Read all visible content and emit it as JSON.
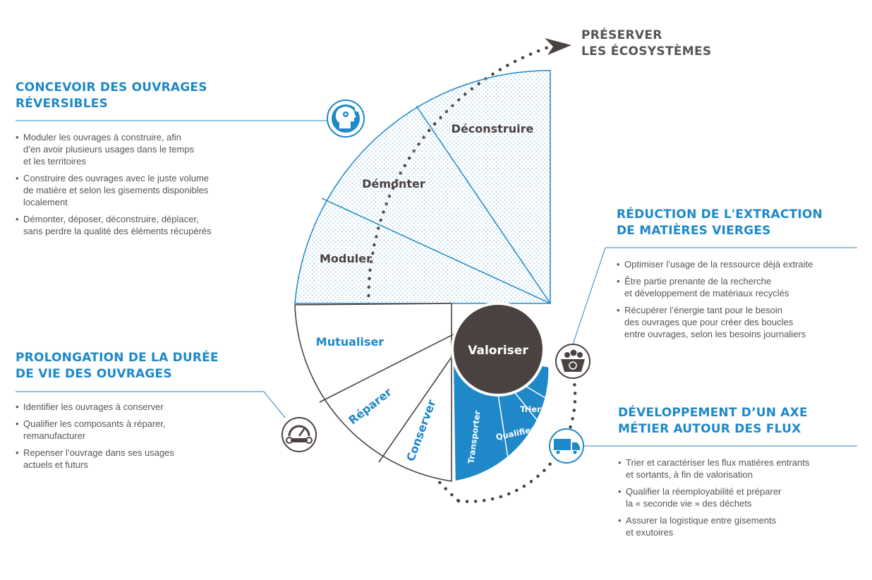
{
  "goal": {
    "line1": "PRÉSERVER",
    "line2": "LES ÉCOSYSTÈMES"
  },
  "sections": {
    "concevoir": {
      "title_line1": "CONCEVOIR DES OUVRAGES",
      "title_line2": "RÉVERSIBLES",
      "icon": "head-gears-icon",
      "points": [
        "Moduler les ouvrages à construire, afin\nd’en avoir plusieurs usages dans le temps\net les territoires",
        "Construire des ouvrages avec le juste volume\nde matière et selon les gisements disponibles\nlocalement",
        "Démonter, déposer, déconstruire, déplacer,\nsans perdre la qualité des éléments récupérés"
      ]
    },
    "prolongation": {
      "title_line1": "PROLONGATION DE LA DURÉE",
      "title_line2": "DE VIE DES OUVRAGES",
      "icon": "gauge-wrench-icon",
      "points": [
        "Identifier les ouvrages à conserver",
        "Qualifier les composants à réparer,\nremanufacturer",
        "Repenser l’ouvrage dans ses usages\nactuels et futurs"
      ]
    },
    "reduction": {
      "title_line1": "RÉDUCTION DE L'EXTRACTION",
      "title_line2": "DE MATIÈRES VIERGES",
      "icon": "recycle-bin-icon",
      "points": [
        "Optimiser l’usage de la ressource déjà extraite",
        "Être partie prenante de la recherche\net développement de matériaux recyclés",
        "Récupérer l’énergie tant pour le besoin\ndes ouvrages que pour créer des boucles\nentre ouvrages, selon les besoins journaliers"
      ]
    },
    "developpement": {
      "title_line1": "DÉVELOPPEMENT D’UN AXE",
      "title_line2": "MÉTIER AUTOUR DES FLUX",
      "icon": "truck-icon",
      "points": [
        "Trier et caractériser les flux matières entrants\net sortants, à fin de valorisation",
        "Qualifier la réemployabilité et préparer\nla « seconde vie » des déchets",
        "Assurer la logistique entre gisements\net exutoires"
      ]
    }
  },
  "wheel": {
    "center": "Valoriser",
    "outer_top": [
      "Moduler",
      "Démonter",
      "Déconstruire"
    ],
    "outer_bottom": [
      "Mutualiser",
      "Réparer",
      "Conserver"
    ],
    "inner_blue": [
      "Transporter",
      "Qualifier",
      "Trier"
    ]
  },
  "colors": {
    "accent_blue": "#1e88c8",
    "dark": "#4a4240",
    "text_gray": "#555555",
    "dotted_fill": "#9dc7e1"
  }
}
